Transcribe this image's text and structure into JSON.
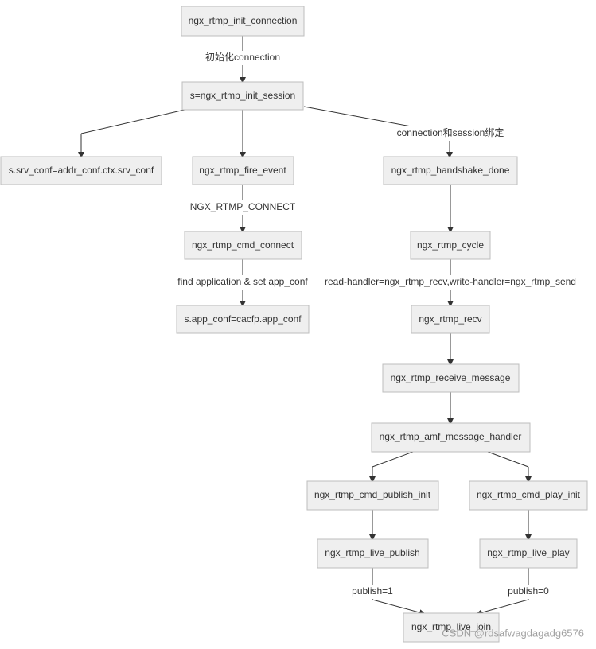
{
  "nodes": {
    "init_connection": "ngx_rtmp_init_connection",
    "init_session": "s=ngx_rtmp_init_session",
    "srv_conf": "s.srv_conf=addr_conf.ctx.srv_conf",
    "fire_event": "ngx_rtmp_fire_event",
    "handshake_done": "ngx_rtmp_handshake_done",
    "cmd_connect": "ngx_rtmp_cmd_connect",
    "cycle": "ngx_rtmp_cycle",
    "app_conf": "s.app_conf=cacfp.app_conf",
    "recv": "ngx_rtmp_recv",
    "receive_message": "ngx_rtmp_receive_message",
    "amf_message_handler": "ngx_rtmp_amf_message_handler",
    "cmd_publish_init": "ngx_rtmp_cmd_publish_init",
    "cmd_play_init": "ngx_rtmp_cmd_play_init",
    "live_publish": "ngx_rtmp_live_publish",
    "live_play": "ngx_rtmp_live_play",
    "live_join": "ngx_rtmp_live_join"
  },
  "edge_labels": {
    "init_connection_to_session": "初始化connection",
    "session_to_handshake": "connection和session绑定",
    "fire_to_connect": "NGX_RTMP_CONNECT",
    "connect_to_app_conf": "find application & set app_conf",
    "cycle_to_recv": "read-handler=ngx_rtmp_recv,write-handler=ngx_rtmp_send",
    "publish_to_join": "publish=1",
    "play_to_join": "publish=0"
  },
  "watermark": "CSDN @rdsafwagdagadg6576",
  "colors": {
    "node_fill": "#efefef",
    "node_border": "#bdbdbd",
    "edge": "#333333",
    "text": "#333333",
    "watermark": "#9a9a9a"
  }
}
